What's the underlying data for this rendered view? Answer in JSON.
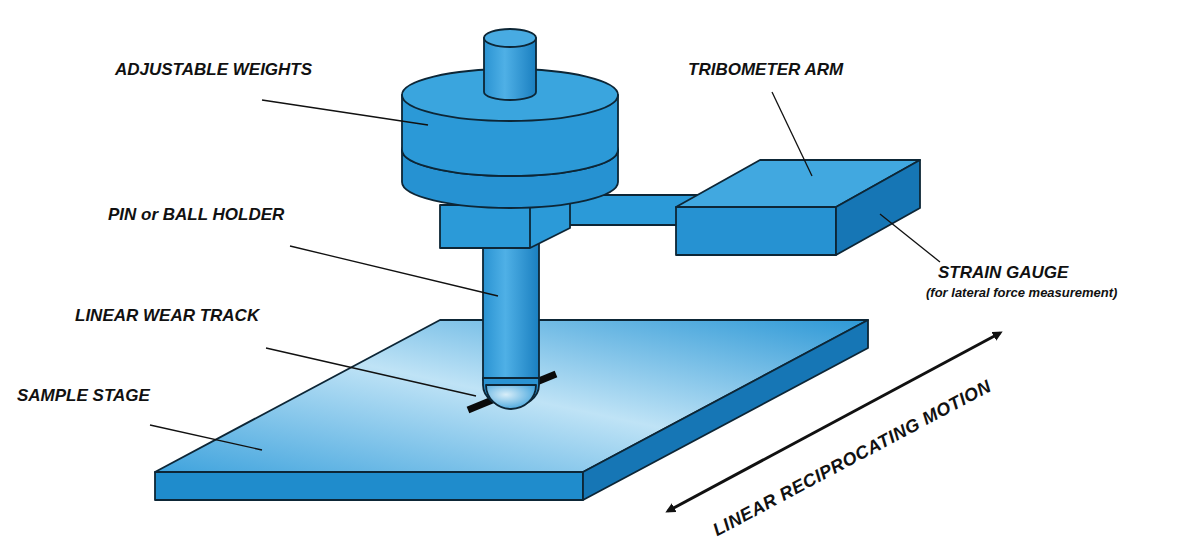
{
  "diagram": {
    "labels": [
      "ADJUSTABLE WEIGHTS",
      "TRIBOMETER ARM",
      "PIN or BALL HOLDER",
      "LINEAR WEAR TRACK",
      "SAMPLE STAGE",
      "STRAIN GAUGE",
      "(for lateral force measurement)",
      "LINEAR RECIPROCATING MOTION"
    ]
  }
}
